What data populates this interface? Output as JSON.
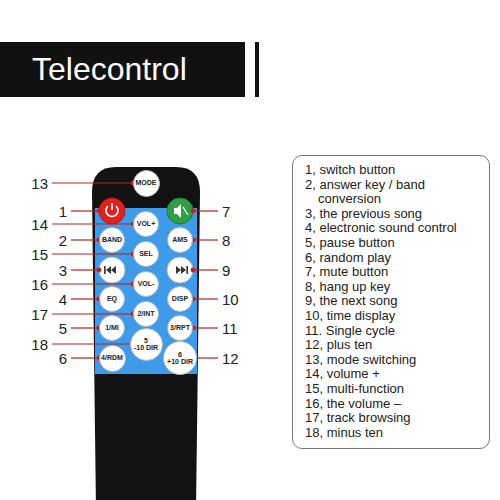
{
  "diagram": {
    "title": "Telecontrol",
    "nodes": [
      {
        "text": [
          "MODE"
        ]
      },
      {
        "text": [
          "BAND"
        ]
      },
      {
        "text": [
          "VOL+"
        ]
      },
      {
        "text": [
          "AMS"
        ]
      },
      {
        "text": [
          "SEL"
        ]
      },
      {
        "text": [
          "EQ"
        ]
      },
      {
        "text": [
          "VOL-"
        ]
      },
      {
        "text": [
          "DISP"
        ]
      },
      {
        "text": [
          "1/MI"
        ]
      },
      {
        "text": [
          "2/INT"
        ]
      },
      {
        "text": [
          "3/RPT"
        ]
      },
      {
        "text": [
          "4/RDM"
        ]
      },
      {
        "text": [
          "5",
          "-10 DIR"
        ]
      },
      {
        "text": [
          "6",
          "+10 DIR"
        ]
      },
      {
        "text": [
          "1, switch button",
          "2, answer key / band conversion",
          "3, the previous song",
          "4, electronic sound control",
          "5, pause button",
          "6, random play",
          "7, mute button",
          "8, hang up key",
          "9, the next song",
          "10, time display",
          "11. Single cycle",
          "12, plus ten",
          "13, mode switching",
          "14, volume +",
          "15, multi-function",
          "16, the volume –",
          "17, track browsing",
          "18, minus ten"
        ]
      }
    ],
    "labels": [
      "13",
      "1",
      "14",
      "2",
      "15",
      "3",
      "16",
      "4",
      "17",
      "5",
      "18",
      "6",
      "7",
      "8",
      "9",
      "10",
      "11",
      "12"
    ]
  }
}
